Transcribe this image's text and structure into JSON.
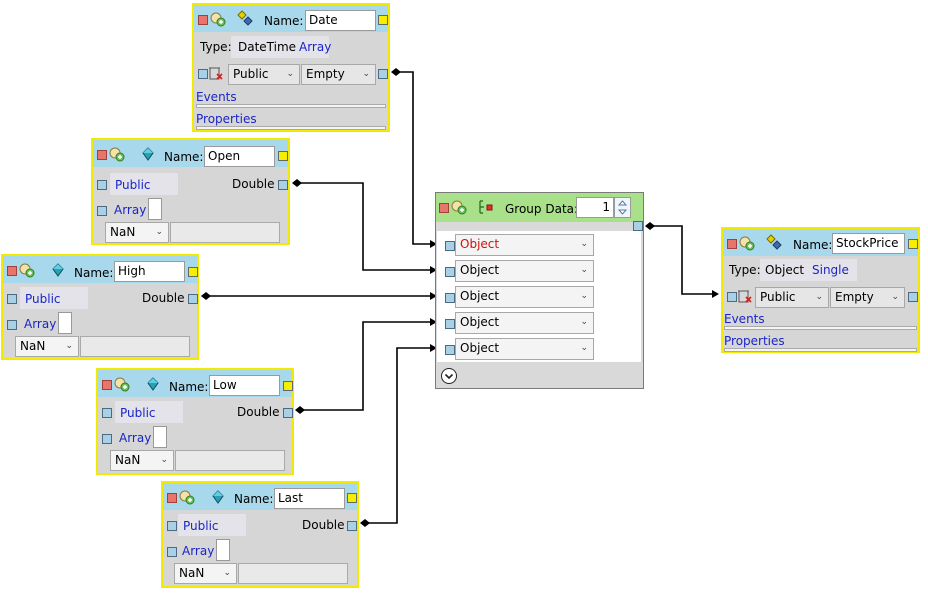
{
  "labels": {
    "name": "Name:",
    "type": "Type:",
    "events": "Events",
    "properties": "Properties",
    "array": "Array",
    "public": "Public",
    "empty": "Empty",
    "double": "Double",
    "nan": "NaN",
    "group_data": "Group Data:"
  },
  "nodes": {
    "date": {
      "name": "Date",
      "type_value": "DateTime",
      "type_mod": "Array"
    },
    "open": {
      "name": "Open"
    },
    "high": {
      "name": "High"
    },
    "low": {
      "name": "Low"
    },
    "last": {
      "name": "Last"
    },
    "stockprice": {
      "name": "StockPrice",
      "type_value": "Object",
      "type_mod": "Single"
    }
  },
  "group": {
    "count": "1",
    "inputs": [
      "Object",
      "Object",
      "Object",
      "Object",
      "Object"
    ]
  },
  "colors": {
    "node_border": "#f2ea00",
    "header_blue": "#a8d8ec",
    "header_green": "#a9e08a",
    "link_blue": "#1a25c7",
    "error_red": "#d01010"
  }
}
